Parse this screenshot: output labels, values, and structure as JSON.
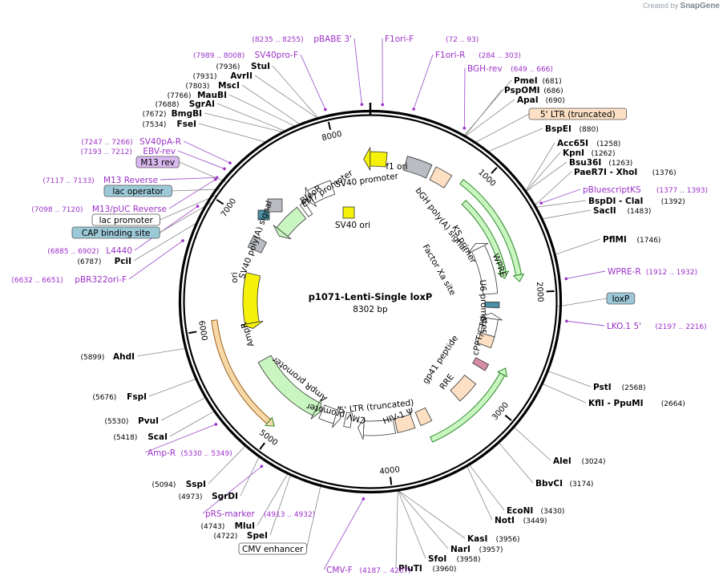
{
  "credit": {
    "prefix": "Created by",
    "brand": "SnapGene"
  },
  "plasmid": {
    "name": "p1071-Lenti-Single loxP",
    "size": "8302 bp",
    "length": 8302
  },
  "ticks": [
    {
      "bp": 1000,
      "label": "1000"
    },
    {
      "bp": 2000,
      "label": "2000"
    },
    {
      "bp": 3000,
      "label": "3000"
    },
    {
      "bp": 4000,
      "label": "4000"
    },
    {
      "bp": 5000,
      "label": "5000"
    },
    {
      "bp": 6000,
      "label": "6000"
    },
    {
      "bp": 7000,
      "label": "7000"
    },
    {
      "bp": 8000,
      "label": "8000"
    }
  ],
  "enzymes": [
    {
      "name": "PmeI",
      "pos": "(681)",
      "bp": 681
    },
    {
      "name": "PspOMI",
      "pos": "(686)",
      "bp": 686
    },
    {
      "name": "ApaI",
      "pos": "(690)",
      "bp": 690
    },
    {
      "name": "BspEI",
      "pos": "(880)",
      "bp": 880
    },
    {
      "name": "Acc65I",
      "pos": "(1258)",
      "bp": 1258
    },
    {
      "name": "KpnI",
      "pos": "(1262)",
      "bp": 1262
    },
    {
      "name": "Bsu36I",
      "pos": "(1263)",
      "bp": 1263
    },
    {
      "name": "PaeR7I - XhoI",
      "pos": "(1376)",
      "bp": 1376
    },
    {
      "name": "BspDI - ClaI",
      "pos": "(1392)",
      "bp": 1392
    },
    {
      "name": "SacII",
      "pos": "(1483)",
      "bp": 1483
    },
    {
      "name": "PflMI",
      "pos": "(1746)",
      "bp": 1746
    },
    {
      "name": "PstI",
      "pos": "(2568)",
      "bp": 2568
    },
    {
      "name": "KflI - PpuMI",
      "pos": "(2664)",
      "bp": 2664
    },
    {
      "name": "AleI",
      "pos": "(3024)",
      "bp": 3024
    },
    {
      "name": "BbvCI",
      "pos": "(3174)",
      "bp": 3174
    },
    {
      "name": "EcoNI",
      "pos": "(3430)",
      "bp": 3430
    },
    {
      "name": "NotI",
      "pos": "(3449)",
      "bp": 3449
    },
    {
      "name": "KasI",
      "pos": "(3956)",
      "bp": 3956
    },
    {
      "name": "NarI",
      "pos": "(3957)",
      "bp": 3957
    },
    {
      "name": "SfoI",
      "pos": "(3958)",
      "bp": 3958
    },
    {
      "name": "PluTI",
      "pos": "(3960)",
      "bp": 3960
    },
    {
      "name": "SpeI",
      "pos": "(4722)",
      "bp": 4722
    },
    {
      "name": "MluI",
      "pos": "(4743)",
      "bp": 4743
    },
    {
      "name": "SgrDI",
      "pos": "(4973)",
      "bp": 4973
    },
    {
      "name": "SspI",
      "pos": "(5094)",
      "bp": 5094
    },
    {
      "name": "ScaI",
      "pos": "(5418)",
      "bp": 5418
    },
    {
      "name": "PvuI",
      "pos": "(5530)",
      "bp": 5530
    },
    {
      "name": "FspI",
      "pos": "(5676)",
      "bp": 5676
    },
    {
      "name": "AhdI",
      "pos": "(5899)",
      "bp": 5899
    },
    {
      "name": "PciI",
      "pos": "(6787)",
      "bp": 6787
    },
    {
      "name": "FseI",
      "pos": "(7534)",
      "bp": 7534
    },
    {
      "name": "BmgBI",
      "pos": "(7672)",
      "bp": 7672
    },
    {
      "name": "SgrAI",
      "pos": "(7688)",
      "bp": 7688
    },
    {
      "name": "MauBI",
      "pos": "(7766)",
      "bp": 7766
    },
    {
      "name": "MscI",
      "pos": "(7803)",
      "bp": 7803
    },
    {
      "name": "AvrII",
      "pos": "(7931)",
      "bp": 7931
    },
    {
      "name": "StuI",
      "pos": "(7936)",
      "bp": 7936
    }
  ],
  "primers": [
    {
      "name": "pBABE 3'",
      "pos": "(8235 .. 8255)",
      "bp": 8245
    },
    {
      "name": "F1ori-F",
      "pos": "",
      "bp": 82
    },
    {
      "name": "",
      "pos": "(72 .. 93)",
      "bp": 82
    },
    {
      "name": "SV40pro-F",
      "pos": "(7989 .. 8008)",
      "bp": 7998
    },
    {
      "name": "F1ori-R",
      "pos": "(284 .. 303)",
      "bp": 293
    },
    {
      "name": "BGH-rev",
      "pos": "(649 .. 666)",
      "bp": 657
    },
    {
      "name": "pBluescriptKS",
      "pos": "(1377 .. 1393)",
      "bp": 1385
    },
    {
      "name": "WPRE-R",
      "pos": "(1912 .. 1932)",
      "bp": 1922
    },
    {
      "name": "LKO.1 5'",
      "pos": "(2197 .. 2216)",
      "bp": 2206
    },
    {
      "name": "SV40pA-R",
      "pos": "(7247 .. 7266)",
      "bp": 7256
    },
    {
      "name": "EBV-rev",
      "pos": "(7193 .. 7212)",
      "bp": 7202
    },
    {
      "name": "M13 Reverse",
      "pos": "(7117 .. 7133)",
      "bp": 7125
    },
    {
      "name": "M13/pUC Reverse",
      "pos": "(7098 .. 7120)",
      "bp": 7109
    },
    {
      "name": "L4440",
      "pos": "(6885 .. 6902)",
      "bp": 6893
    },
    {
      "name": "pBR322ori-F",
      "pos": "(6632 .. 6651)",
      "bp": 6641
    },
    {
      "name": "Amp-R",
      "pos": "(5330 .. 5349)",
      "bp": 5340
    },
    {
      "name": "pRS-marker",
      "pos": "(4913 .. 4932)",
      "bp": 4922
    },
    {
      "name": "CMV-F",
      "pos": "(4187 .. 4207)",
      "bp": 4197
    }
  ],
  "boxed": [
    {
      "name": "5' LTR (truncated)",
      "color": "#fde0c4",
      "bp": 760
    },
    {
      "name": "M13 rev",
      "color": "#d9b8ef",
      "bp": 7140
    },
    {
      "name": "lac operator",
      "color": "#9cc9d8",
      "bp": 7075
    },
    {
      "name": "lac promoter",
      "color": "#ffffff",
      "bp": 7020
    },
    {
      "name": "CAP binding site",
      "color": "#9cc9d8",
      "bp": 6960
    },
    {
      "name": "loxP",
      "color": "#9cc9d8",
      "bp": 2110
    },
    {
      "name": "CMV enhancer",
      "color": "#ffffff",
      "bp": 4500
    }
  ],
  "features": [
    {
      "name": "f1 ori",
      "start": 8240,
      "end": 150,
      "r": 178,
      "color": "#f5f10a",
      "dir": -1,
      "label": "inside"
    },
    {
      "name": "bGH poly(A) signal",
      "start": 330,
      "end": 560,
      "r": 178,
      "color": "#b9bcc2",
      "dir": 0
    },
    {
      "name": "",
      "start": 600,
      "end": 760,
      "r": 178,
      "color": "#fde0c4",
      "dir": 0
    },
    {
      "name": "",
      "start": 860,
      "end": 1900,
      "r": 188,
      "color": "#c8f5c0",
      "dir": 1,
      "thin": true
    },
    {
      "name": "",
      "start": 1000,
      "end": 1850,
      "r": 170,
      "color": "#c8f5c0",
      "dir": 1,
      "thin": true
    },
    {
      "name": "WPRE",
      "start": 1410,
      "end": 1990,
      "r": 150,
      "color": "#ffffff",
      "dir": -1
    },
    {
      "name": "",
      "start": 2080,
      "end": 2140,
      "r": 152,
      "color": "#4b8fa3",
      "dir": 0
    },
    {
      "name": "U6 promoter",
      "start": 2200,
      "end": 2440,
      "r": 152,
      "color": "#ffffff",
      "dir": -1
    },
    {
      "name": "cPPT/CTS",
      "start": 2440,
      "end": 2560,
      "r": 152,
      "color": "#fde0c4",
      "dir": 0
    },
    {
      "name": "",
      "start": 2680,
      "end": 3600,
      "r": 188,
      "color": "#c8f5c0",
      "dir": -1,
      "thin": true
    },
    {
      "name": "",
      "start": 2720,
      "end": 2790,
      "r": 158,
      "color": "#d68da8",
      "dir": 0
    },
    {
      "name": "RRE",
      "start": 2950,
      "end": 3180,
      "r": 158,
      "color": "#fde0c4",
      "dir": 0
    },
    {
      "name": "HIV-1 Ψ",
      "start": 3520,
      "end": 3640,
      "r": 158,
      "color": "#fde0c4",
      "dir": 0
    },
    {
      "name": "5' LTR (truncated)",
      "start": 3700,
      "end": 3880,
      "r": 158,
      "color": "#fde0c4",
      "dir": 0
    },
    {
      "name": "CMV promoter",
      "start": 3900,
      "end": 4280,
      "r": 158,
      "color": "#ffffff",
      "dir": 1
    },
    {
      "name": "",
      "start": 4360,
      "end": 4430,
      "r": 150,
      "color": "#ffffff",
      "dir": 0
    },
    {
      "name": "AmpR promoter",
      "start": 4480,
      "end": 4700,
      "r": 150,
      "color": "#ffffff",
      "dir": -1
    },
    {
      "name": "AmpR",
      "start": 4710,
      "end": 5570,
      "r": 150,
      "color": "#c8f5c0",
      "dir": -1
    },
    {
      "name": "",
      "start": 5020,
      "end": 6070,
      "r": 196,
      "color": "#f7d9a8",
      "dir": -1,
      "thin": true
    },
    {
      "name": "ori",
      "start": 5930,
      "end": 6530,
      "r": 150,
      "color": "#f5f10a",
      "dir": -1
    },
    {
      "name": "SV40 poly(A) signal",
      "start": 6780,
      "end": 6910,
      "r": 158,
      "color": "#b9bcc2",
      "dir": 0
    },
    {
      "name": "BleoR",
      "start": 7050,
      "end": 7430,
      "r": 140,
      "color": "#c8f5c0",
      "dir": -1
    },
    {
      "name": "EM7 promoter",
      "start": 7470,
      "end": 7530,
      "r": 140,
      "color": "#ffffff",
      "dir": 0
    },
    {
      "name": "SV40 promoter",
      "start": 7560,
      "end": 7880,
      "r": 150,
      "color": "#ffffff",
      "dir": -1
    }
  ],
  "inner_labels": {
    "sv40_ori": "SV40 ori",
    "factor_xa": "Factor Xa site",
    "ks_primer": "KS primer",
    "gp41": "gp41 peptide"
  }
}
